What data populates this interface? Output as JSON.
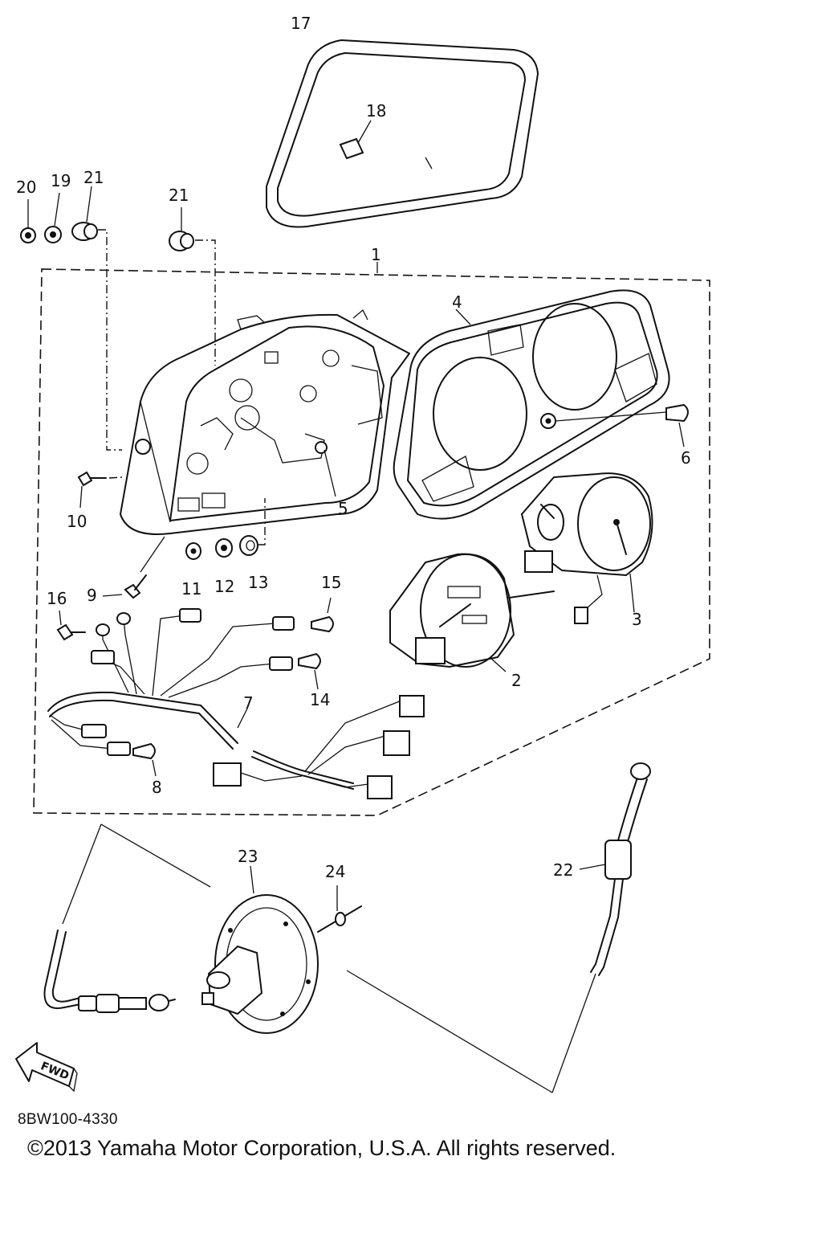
{
  "diagram": {
    "code": "8BW100-4330",
    "copyright": "©2013 Yamaha Motor Corporation, U.S.A. All rights reserved.",
    "fwd_label": "FWD",
    "callouts": [
      "1",
      "2",
      "3",
      "4",
      "5",
      "6",
      "7",
      "8",
      "9",
      "10",
      "11",
      "12",
      "13",
      "14",
      "15",
      "16",
      "17",
      "18",
      "19",
      "20",
      "21",
      "21",
      "22",
      "23",
      "24"
    ]
  }
}
